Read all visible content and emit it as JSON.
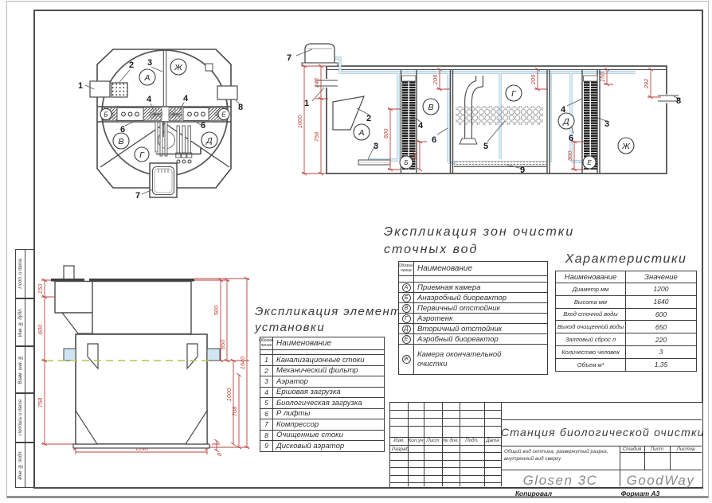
{
  "sheet": {
    "kopiroval": "Копировал",
    "format": "Формат А3"
  },
  "margin_stamps": [
    "Подп. и дата",
    "Инв. № дубл.",
    "Взам. инв. №",
    "Подпись и дата",
    "Инв. № подл."
  ],
  "headings": {
    "zones_line1": "Экспликация зон очистки",
    "zones_line2": "сточных вод",
    "elements_line1": "Экспликация элементов",
    "elements_line2": "установки",
    "characteristics": "Характеристики"
  },
  "zones_table": {
    "col_code_line1": "Обозна-",
    "col_code_line2": "чение",
    "col_name": "Наименование",
    "rows": [
      {
        "code": "А",
        "name": "Приемная камера"
      },
      {
        "code": "Б",
        "name": "Анаэробный биореактор"
      },
      {
        "code": "В",
        "name": "Первичный отстойник"
      },
      {
        "code": "Г",
        "name": "Аэротенк"
      },
      {
        "code": "Д",
        "name": "Вторичный отстойник"
      },
      {
        "code": "Е",
        "name": "Аэробный биореактор"
      },
      {
        "code": "Ж",
        "name": "Камера окончательной очистки"
      }
    ]
  },
  "elements_table": {
    "col_code_line1": "Обозна-",
    "col_code_line2": "чение",
    "col_name": "Наименование",
    "rows": [
      {
        "num": "1",
        "name": "Канализационные стоки"
      },
      {
        "num": "2",
        "name": "Механический фильтр"
      },
      {
        "num": "3",
        "name": "Аэратор"
      },
      {
        "num": "4",
        "name": "Ершовая загрузка"
      },
      {
        "num": "5",
        "name": "Биологическая загрузка"
      },
      {
        "num": "6",
        "name": "Р лифты"
      },
      {
        "num": "7",
        "name": "Компрессор"
      },
      {
        "num": "8",
        "name": "Очищенные стоки"
      },
      {
        "num": "9",
        "name": "Дисковый аэратор"
      }
    ]
  },
  "characteristics_table": {
    "col_name": "Наименование",
    "col_value": "Значение",
    "rows": [
      {
        "name": "Диаметр мм",
        "value": "1200"
      },
      {
        "name": "Высота мм",
        "value": "1640"
      },
      {
        "name": "Вход сточной воды",
        "value": "600"
      },
      {
        "name": "Выход очищенной воды",
        "value": "650"
      },
      {
        "name": "Залповый сброс л",
        "value": "220"
      },
      {
        "name": "Количество человек",
        "value": "3"
      },
      {
        "name": "Объем м³",
        "value": "1,35"
      }
    ]
  },
  "title_block": {
    "title": "Станция биологической очистки",
    "desc_line1": "Общий вид септика, развернутый разрез,",
    "desc_line2": "внутренний вид сверху",
    "cols": [
      "Изм.",
      "Кол.уч",
      "Лист",
      "№ док.",
      "Подп.",
      "Дата"
    ],
    "razrab": "Разраб.",
    "stage": "Стадия",
    "sheet": "Лист",
    "sheets": "Листов",
    "model": "Glosen 3C",
    "brand": "GoodWay"
  },
  "plan": {
    "letters": [
      "А",
      "Б",
      "В",
      "Г",
      "Д",
      "Е",
      "Ж"
    ],
    "nums": [
      "1",
      "2",
      "3",
      "4",
      "4",
      "6",
      "6",
      "7",
      "8"
    ]
  },
  "section": {
    "letters": [
      "А",
      "Б",
      "В",
      "Г",
      "Д",
      "Е",
      "Ж"
    ],
    "nums": [
      "7",
      "1",
      "2",
      "3",
      "4",
      "6",
      "5",
      "9",
      "4",
      "6",
      "3",
      "8"
    ],
    "dims": [
      "1000",
      "242",
      "758",
      "600",
      "300",
      "206",
      "206",
      "150",
      "292",
      "300"
    ]
  },
  "elev": {
    "dims": [
      "150",
      "600",
      "758",
      "500",
      "650",
      "1000",
      "708",
      "1640",
      "1240",
      "8"
    ]
  }
}
